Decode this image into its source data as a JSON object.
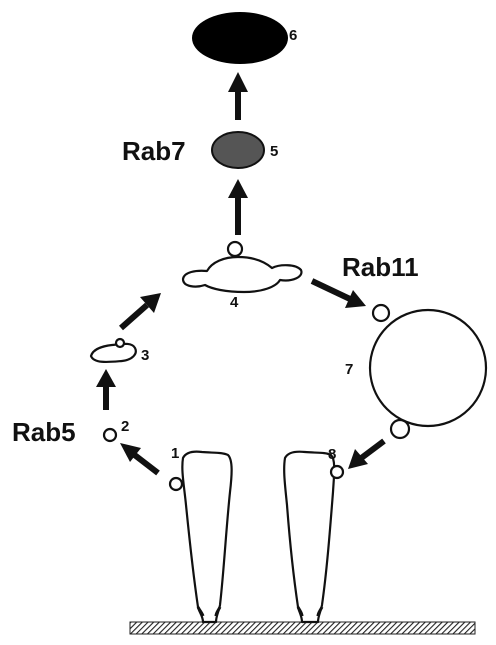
{
  "labels": {
    "step1": "1",
    "step2": "2",
    "step3": "3",
    "step4": "4",
    "step5": "5",
    "step6": "6",
    "step7": "7",
    "step8": "8",
    "rab5": "Rab5",
    "rab7": "Rab7",
    "rab11": "Rab11"
  },
  "colors": {
    "outline": "#111111",
    "compartment5_fill": "#555555",
    "compartment6_fill": "#000000",
    "membrane_hatch": "#222222"
  }
}
